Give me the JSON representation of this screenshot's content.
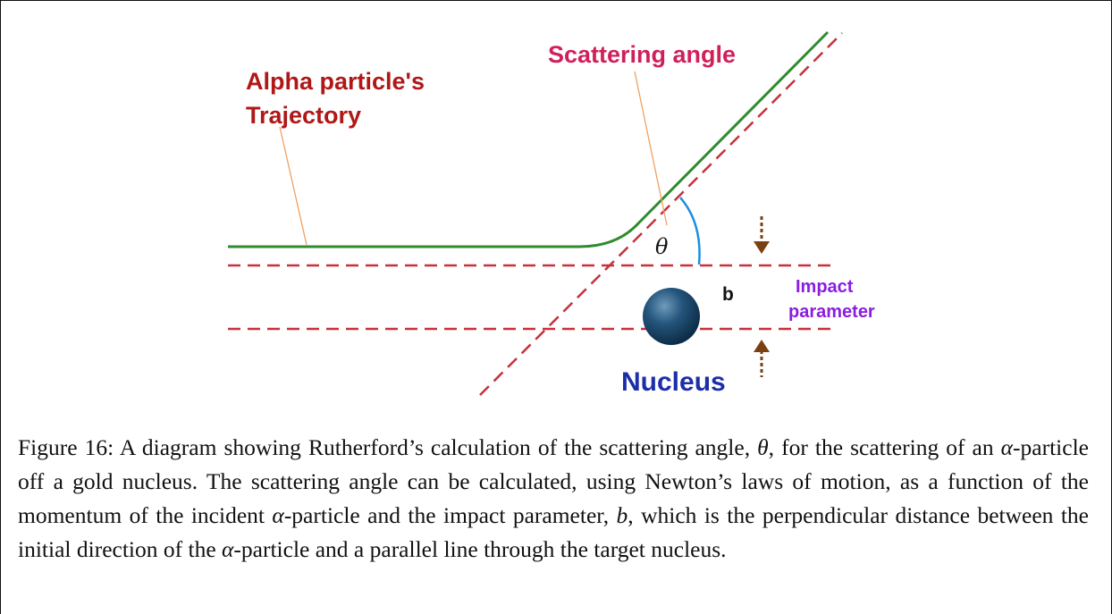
{
  "diagram": {
    "labels": {
      "trajectory_line1": "Alpha particle's",
      "trajectory_line2": "Trajectory",
      "scattering_angle": "Scattering angle",
      "theta": "θ",
      "b": "b",
      "impact_line1": "Impact",
      "impact_line2": "parameter",
      "nucleus": "Nucleus"
    },
    "colors": {
      "trajectory": "#2e8b2e",
      "dashed": "#c8303a",
      "label_red": "#b01818",
      "label_pink": "#d0205a",
      "leader": "#f0a060",
      "angle_arc": "#1a8fe0",
      "impact_label": "#8a1de0",
      "nucleus_label": "#1c2fa8",
      "arrow": "#7a4010",
      "nucleus_fill": "#1a4a6e"
    }
  },
  "caption": {
    "prefix": "Figure 16: A diagram showing Rutherford’s calculation of the scattering angle, ",
    "theta": "θ",
    "part2": ", for the scattering of an ",
    "alpha1": "α",
    "part3": "-particle off a gold nucleus. The scattering angle can be calculated, using Newton’s laws of motion, as a function of the momentum of the incident ",
    "alpha2": "α",
    "part4": "-particle and the impact parameter, ",
    "b": "b",
    "part5": ", which is the perpendicular distance between the initial direction of the ",
    "alpha3": "α",
    "part6": "-particle and a parallel line through the target nucleus."
  }
}
